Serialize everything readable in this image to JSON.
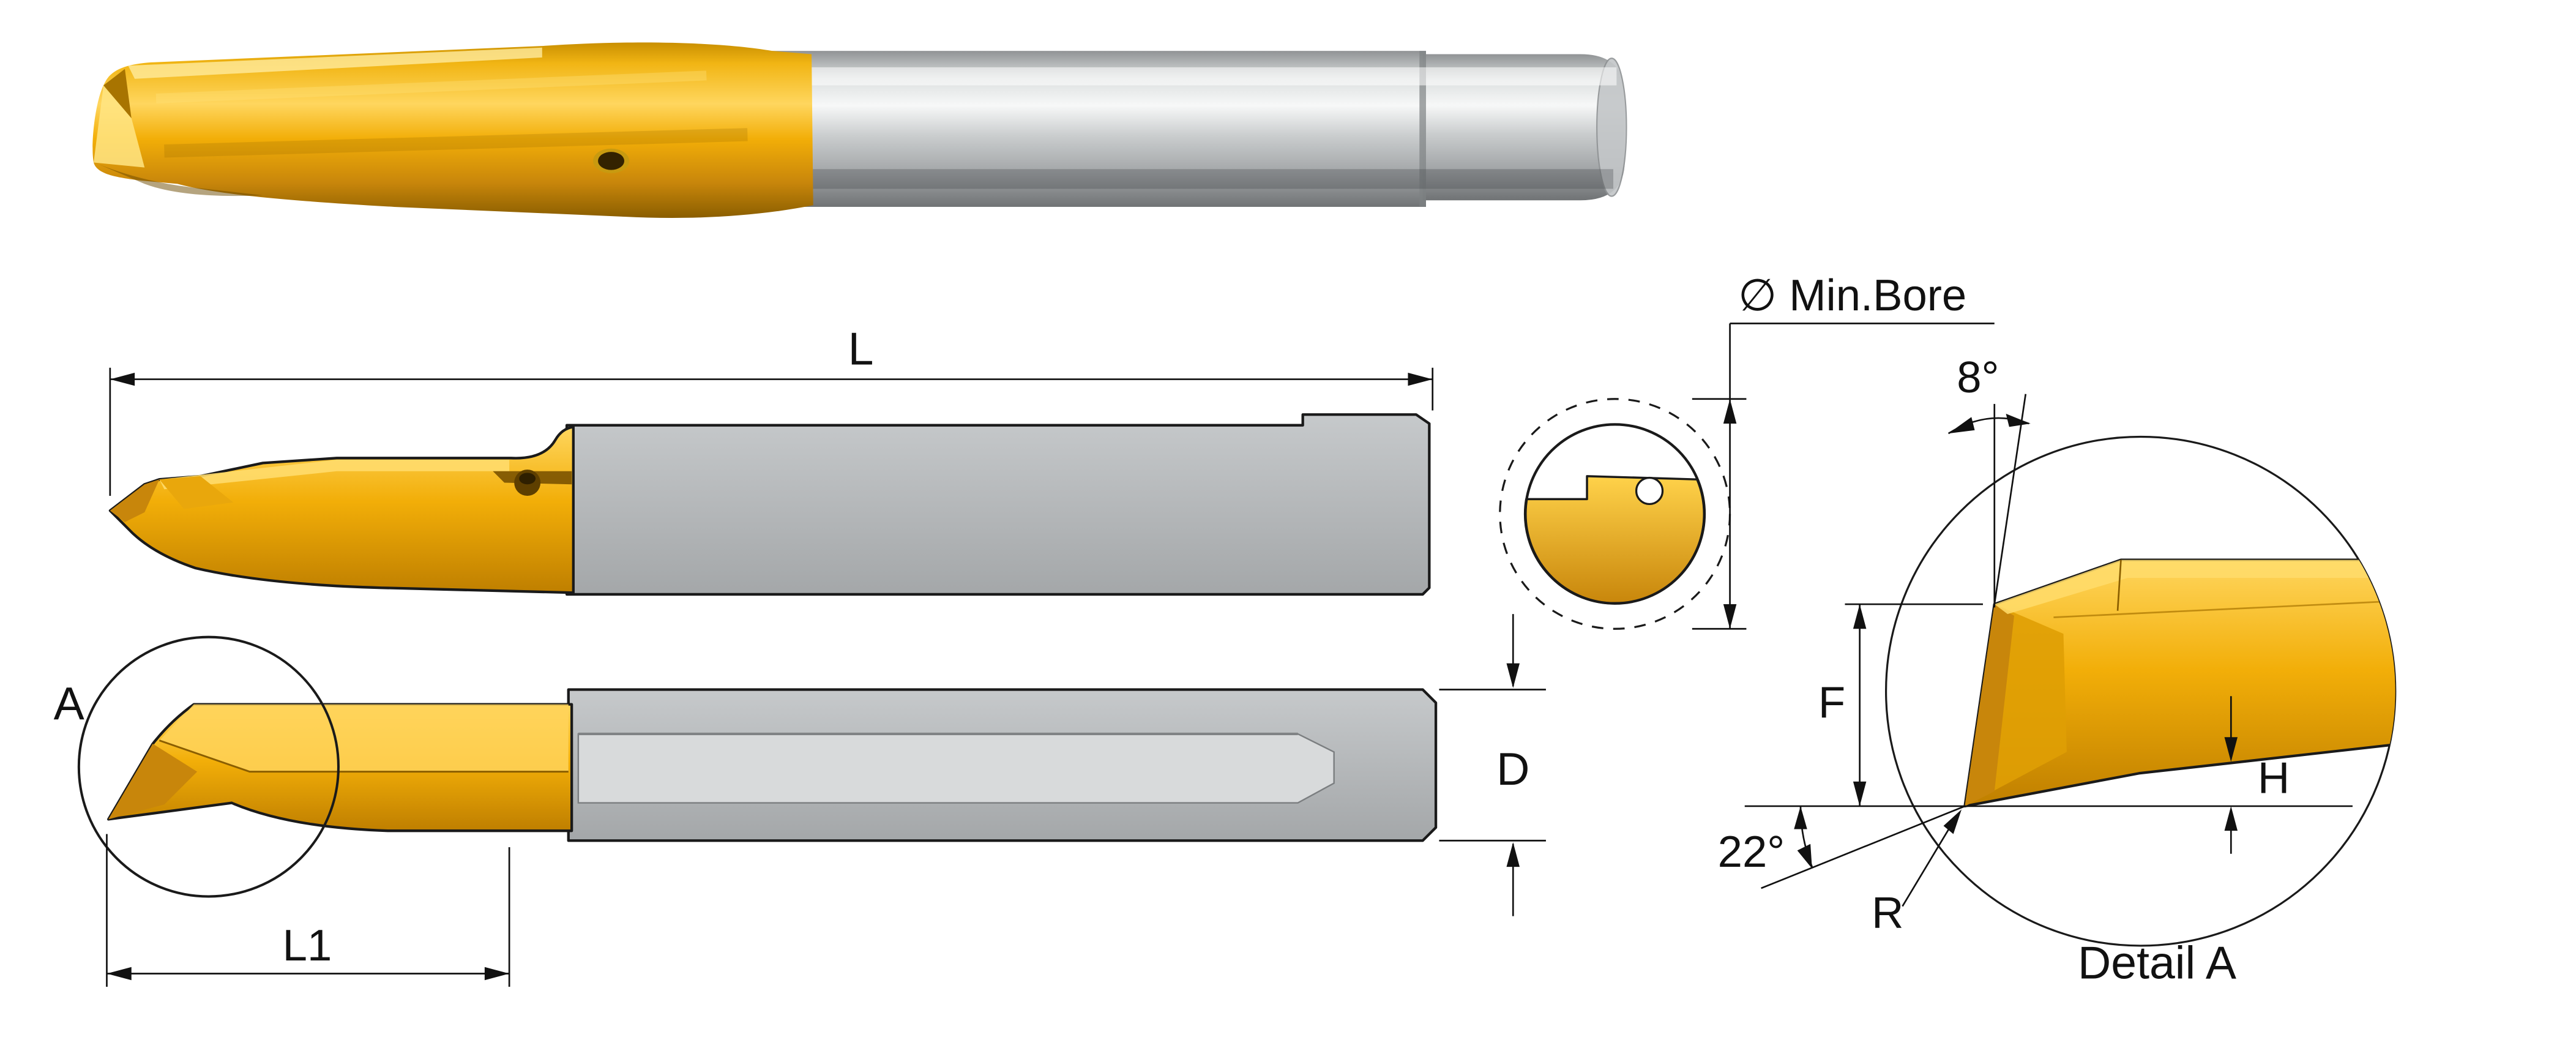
{
  "page": {
    "background": "#ffffff",
    "kind": "technical-drawing"
  },
  "labels": {
    "overall_length": "L",
    "detail_marker": "A",
    "head_length": "L1",
    "shank_diameter": "D",
    "min_bore": "∅ Min.Bore",
    "lead_angle": "8°",
    "point_angle": "22°",
    "cutting_height": "F",
    "under_center_height": "H",
    "corner_radius": "R",
    "detail_title": "Detail A"
  },
  "colors": {
    "gold": "#F2AE08",
    "gold_light": "#FFD65E",
    "gold_dark": "#C8860B",
    "gold_deep": "#8A5E00",
    "shank": "#C6C9CB",
    "shank_dark": "#A4A7A9",
    "flat_gray": "#D8DADB",
    "outline": "#1A1A1A",
    "dim": "#111111"
  }
}
